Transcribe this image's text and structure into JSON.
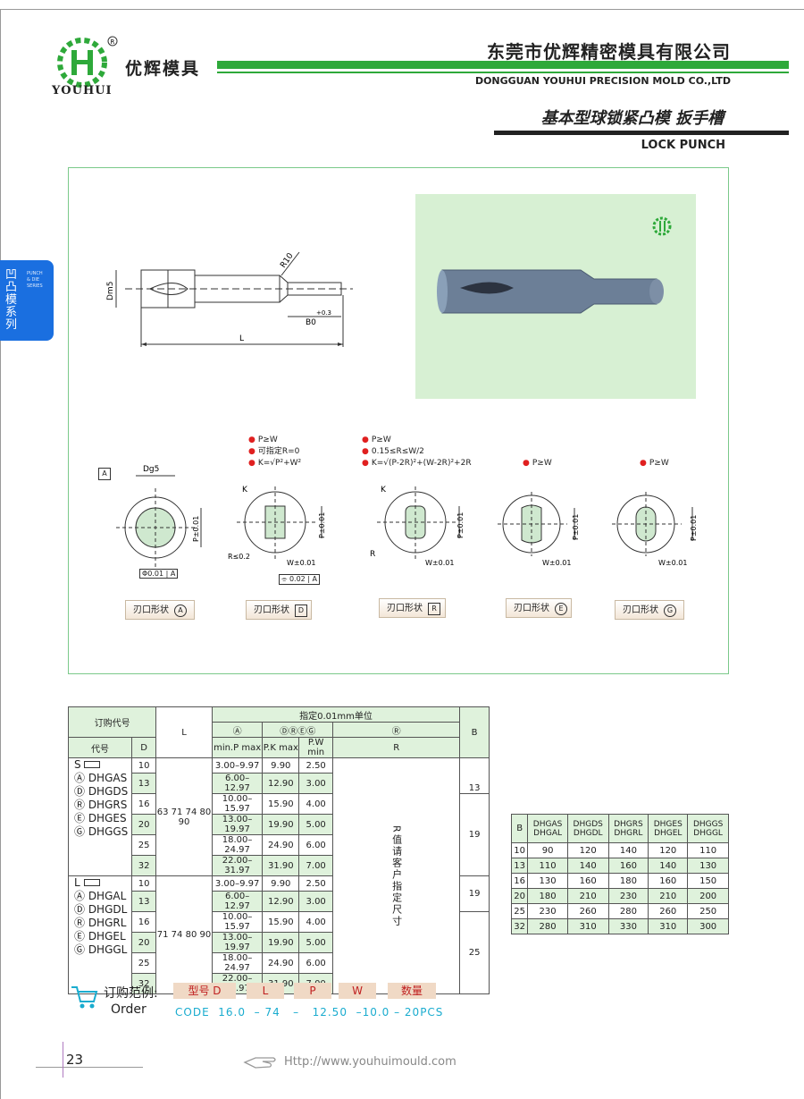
{
  "header": {
    "brand_cn": "优辉模具",
    "brand_en": "YOUHUI",
    "company_cn": "东莞市优辉精密模具有限公司",
    "company_en": "DONGGUAN YOUHUI PRECISION MOLD CO.,LTD",
    "subtitle_cn": "基本型球锁紧凸模 扳手槽",
    "subtitle_en": "LOCK PUNCH"
  },
  "side_tab": {
    "cn": "凹凸模系列",
    "en": "PUNCH & DIE SERIES"
  },
  "drawing": {
    "dm": "Dm5",
    "r10": "R10",
    "b0": "B0",
    "b0_tol": "+0.3",
    "l": "L",
    "dg": "Dg5",
    "datum_a": "A",
    "p_tol": "P±0.01",
    "w_tol": "W±0.01",
    "r02": "R≤0.2",
    "flat": "0.02",
    "coax": "Φ0.01",
    "k": "K",
    "r": "R"
  },
  "notes": {
    "d": [
      "P≥W",
      "可指定R=0",
      "K=√P²+W²"
    ],
    "r": [
      "P≥W",
      "0.15≤R≤W/2",
      "K=√(P-2R)²+(W-2R)²+2R"
    ],
    "e": [
      "P≥W"
    ],
    "g": [
      "P≥W"
    ]
  },
  "shape_labels": [
    {
      "text": "刃口形状",
      "mark": "A",
      "style": "circ"
    },
    {
      "text": "刃口形状",
      "mark": "D",
      "style": "sq"
    },
    {
      "text": "刃口形状",
      "mark": "R",
      "style": "sq"
    },
    {
      "text": "刃口形状",
      "mark": "E",
      "style": "circ"
    },
    {
      "text": "刃口形状",
      "mark": "G",
      "style": "circ"
    }
  ],
  "main_table": {
    "h_order": "订购代号",
    "h_L": "L",
    "h_spec": "指定0.01mm单位",
    "h_B": "B",
    "h_code": "代号",
    "h_D": "D",
    "h_shapeA": "Ⓐ",
    "h_shapeDREG": "ⒹⓇⒺⒼ",
    "h_shapeR": "Ⓡ",
    "h_minP": "min.P max",
    "h_PK": "P.K max",
    "h_PW": "P.W min",
    "h_R": "R",
    "s_group": {
      "prefix": "S",
      "codes": [
        "Ⓐ DHGAS",
        "Ⓓ DHGDS",
        "Ⓡ DHGRS",
        "Ⓔ DHGES",
        "Ⓖ DHGGS"
      ],
      "L": "63 71 74 80 90"
    },
    "l_group": {
      "prefix": "L",
      "codes": [
        "Ⓐ DHGAL",
        "Ⓓ DHGDL",
        "Ⓡ DHGRL",
        "Ⓔ DHGEL",
        "Ⓖ DHGGL"
      ],
      "L": "71 74 80 90"
    },
    "r_note": "R值请客户指定尺寸",
    "rows": [
      {
        "D": "10",
        "P": "3.00–9.97",
        "PK": "9.90",
        "PW": "2.50"
      },
      {
        "D": "13",
        "P": "6.00–12.97",
        "PK": "12.90",
        "PW": "3.00"
      },
      {
        "D": "16",
        "P": "10.00–15.97",
        "PK": "15.90",
        "PW": "4.00"
      },
      {
        "D": "20",
        "P": "13.00–19.97",
        "PK": "19.90",
        "PW": "5.00"
      },
      {
        "D": "25",
        "P": "18.00–24.97",
        "PK": "24.90",
        "PW": "6.00"
      },
      {
        "D": "32",
        "P": "22.00–31.97",
        "PK": "31.90",
        "PW": "7.00"
      }
    ],
    "b_values": [
      "13",
      "19",
      "19",
      "25"
    ]
  },
  "side_table": {
    "headers": [
      "B",
      "DHGAS\nDHGAL",
      "DHGDS\nDHGDL",
      "DHGRS\nDHGRL",
      "DHGES\nDHGEL",
      "DHGGS\nDHGGL"
    ],
    "rows": [
      [
        "10",
        "90",
        "120",
        "140",
        "120",
        "110"
      ],
      [
        "13",
        "110",
        "140",
        "160",
        "140",
        "130"
      ],
      [
        "16",
        "130",
        "160",
        "180",
        "160",
        "150"
      ],
      [
        "20",
        "180",
        "210",
        "230",
        "210",
        "200"
      ],
      [
        "25",
        "230",
        "260",
        "280",
        "260",
        "250"
      ],
      [
        "32",
        "280",
        "310",
        "330",
        "310",
        "300"
      ]
    ]
  },
  "order": {
    "label_cn": "订购范例:",
    "label_en": "Order",
    "tags": [
      "型号 D",
      "L",
      "P",
      "W",
      "数量"
    ],
    "example": "CODE  16.0  – 74   –   12.50  –10.0 – 20PCS"
  },
  "footer": {
    "page": "23",
    "url": "Http://www.youhuimould.com"
  }
}
